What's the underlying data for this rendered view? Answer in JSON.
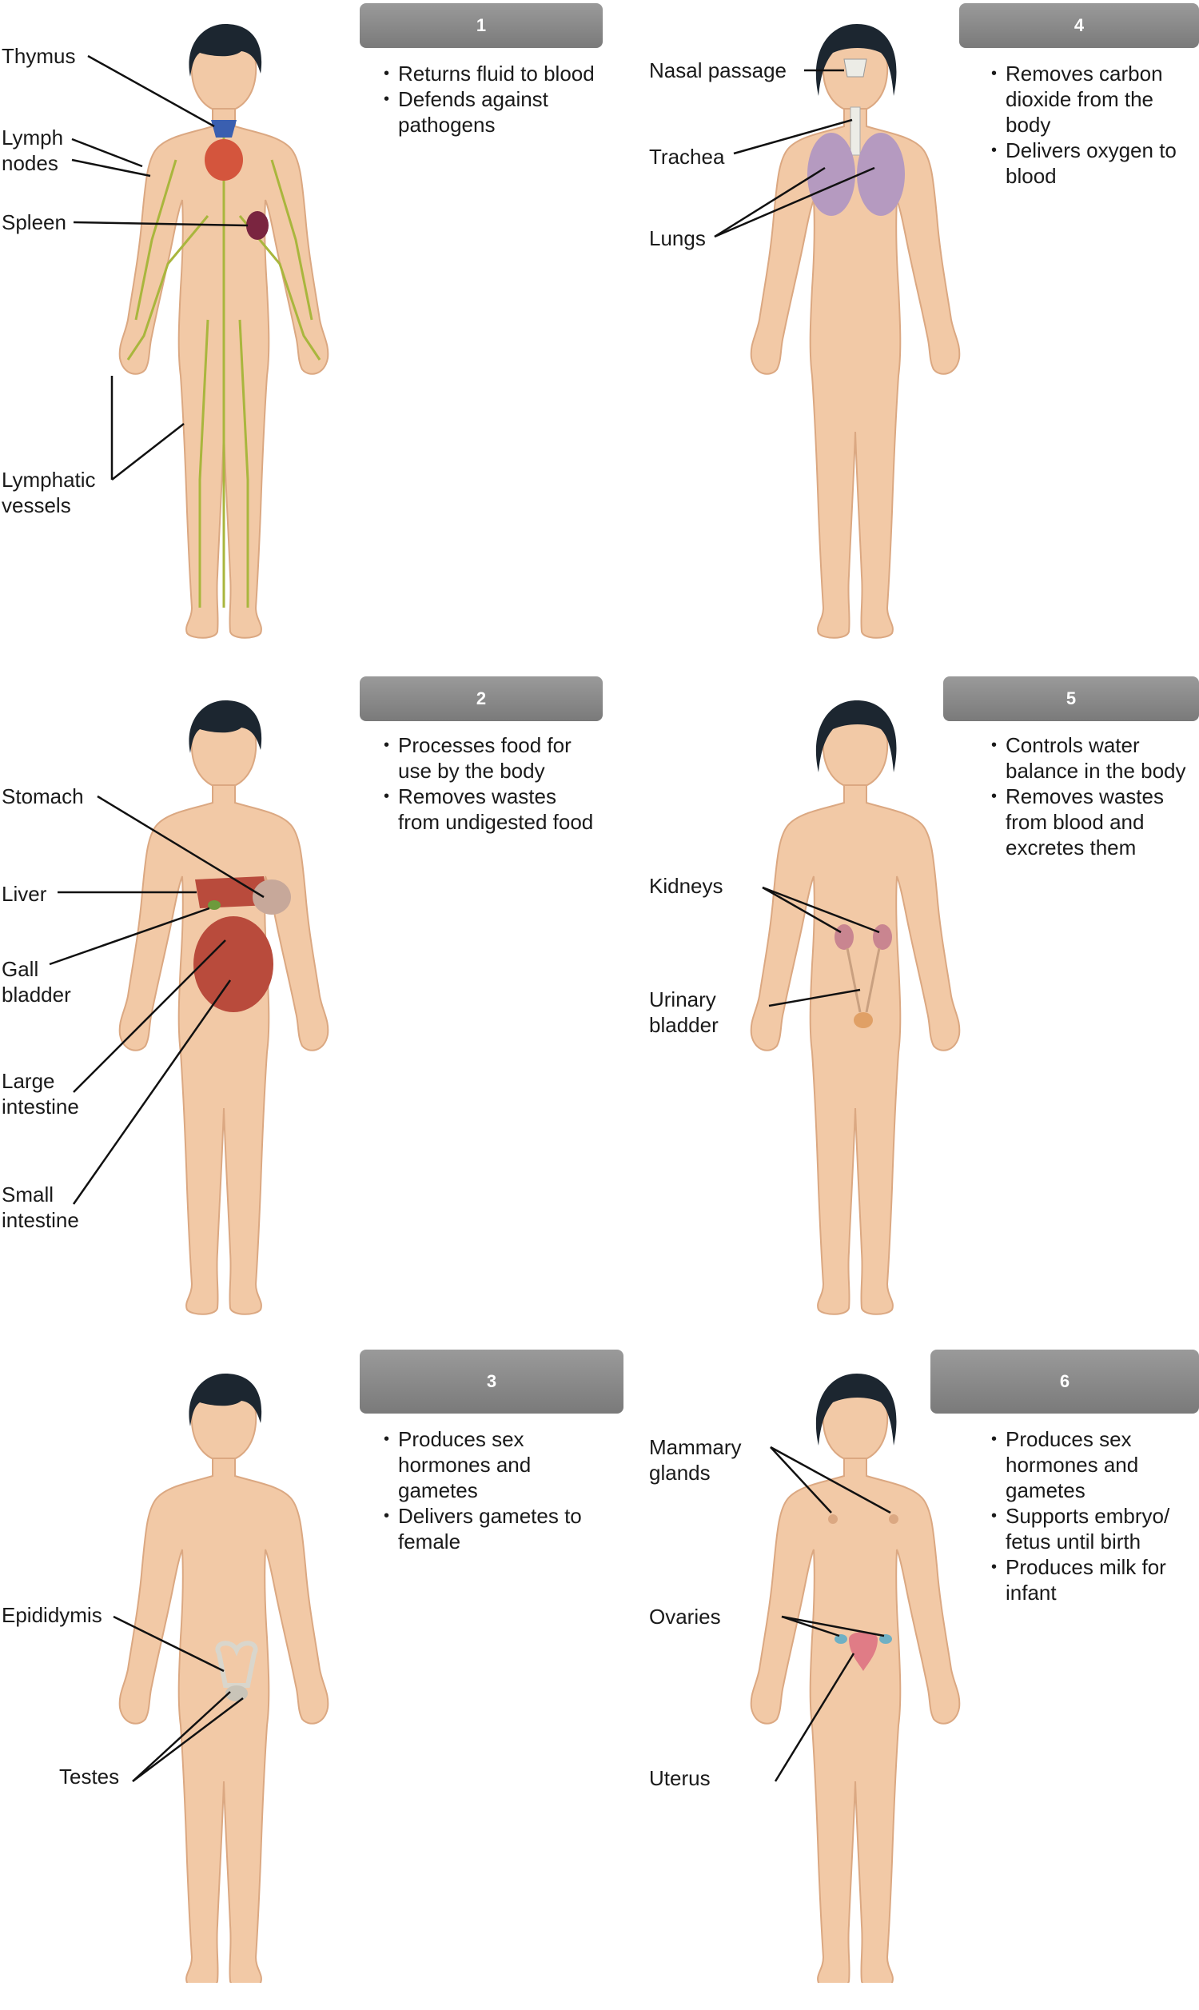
{
  "panels": [
    {
      "number": "1",
      "labels": [
        "Thymus",
        "Lymph\nnodes",
        "Spleen",
        "Lymphatic\nvessels"
      ],
      "functions": [
        "Returns fluid to blood",
        "Defends against pathogens"
      ]
    },
    {
      "number": "2",
      "labels": [
        "Stomach",
        "Liver",
        "Gall\nbladder",
        "Large\nintestine",
        "Small\nintestine"
      ],
      "functions": [
        "Processes food for use by the body",
        "Removes wastes from undigested food"
      ]
    },
    {
      "number": "3",
      "labels": [
        "Epididymis",
        "Testes"
      ],
      "functions": [
        "Produces sex hormones and gametes",
        "Delivers gametes to female"
      ]
    },
    {
      "number": "4",
      "labels": [
        "Nasal passage",
        "Trachea",
        "Lungs"
      ],
      "functions": [
        "Removes carbon dioxide from the body",
        "Delivers oxygen to blood"
      ]
    },
    {
      "number": "5",
      "labels": [
        "Kidneys",
        "Urinary\nbladder"
      ],
      "functions": [
        "Controls water balance in the body",
        "Removes wastes from blood and excretes them"
      ]
    },
    {
      "number": "6",
      "labels": [
        "Mammary\nglands",
        "Ovaries",
        "Uterus"
      ],
      "functions": [
        "Produces sex hormones and gametes",
        "Supports embryo/ fetus until birth",
        "Produces milk for infant"
      ]
    }
  ],
  "colors": {
    "skin": "#f2c9a6",
    "skin_shadow": "#dba882",
    "hair": "#1c2630",
    "lymph": "#a9b63d",
    "thymus": "#3a5fb0",
    "heart": "#d4553d",
    "spleen": "#7a2540",
    "lung": "#b59ac0",
    "digestive": "#b94b3c",
    "kidney": "#c98590",
    "reproductive": "#d9d6cc",
    "uterus": "#e07c86",
    "numbox": "#888888"
  }
}
